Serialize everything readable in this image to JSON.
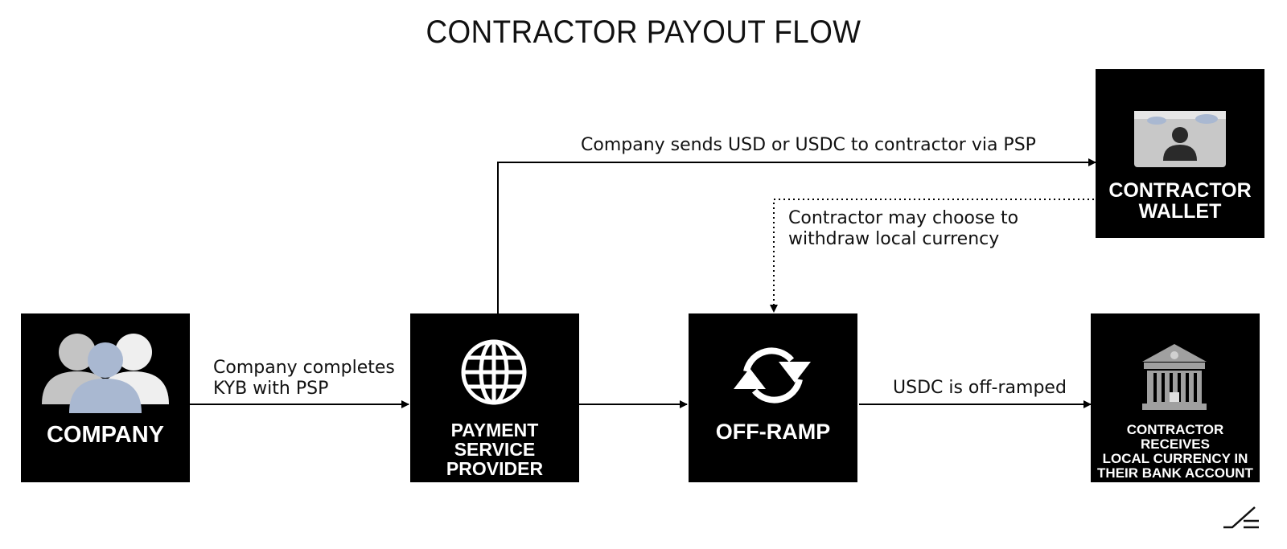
{
  "title": "CONTRACTOR PAYOUT FLOW",
  "nodes": {
    "company": {
      "label": "COMPANY",
      "icon": "people-group-icon"
    },
    "psp": {
      "label": "PAYMENT SERVICE\nPROVIDER",
      "icon": "globe-icon"
    },
    "offramp": {
      "label": "OFF-RAMP",
      "icon": "sync-arrows-icon"
    },
    "wallet": {
      "label": "CONTRACTOR\nWALLET",
      "icon": "id-card-icon"
    },
    "bank": {
      "label": "CONTRACTOR RECEIVES\nLOCAL CURRENCY IN\nTHEIR BANK ACCOUNT",
      "icon": "bank-icon"
    }
  },
  "edges": {
    "company_to_psp": "Company completes\nKYB with PSP",
    "psp_to_wallet": "Company sends USD or USDC to contractor via PSP",
    "wallet_to_offramp": "Contractor may choose to\nwithdraw local currency",
    "offramp_to_bank": "USDC is off-ramped"
  },
  "colors": {
    "node_bg": "#000000",
    "node_text": "#ffffff",
    "person_blue": "#a9b8d1",
    "person_gray": "#c4c4c4",
    "person_light": "#efefef",
    "bank_gray": "#a0a0a0",
    "card_gray": "#c8c8c8"
  }
}
